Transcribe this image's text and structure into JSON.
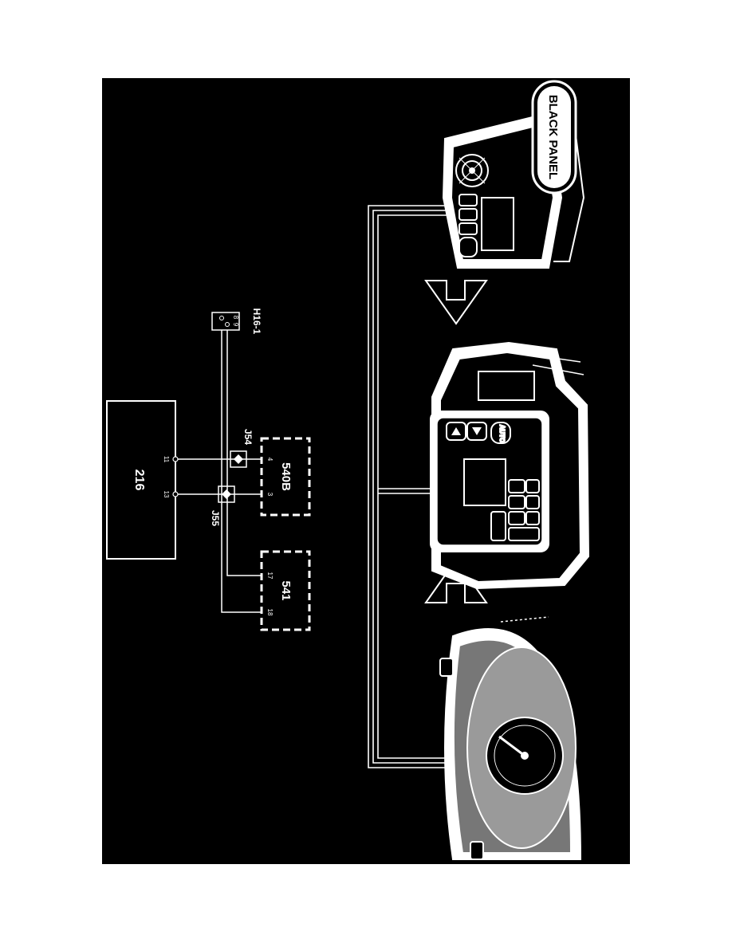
{
  "colors": {
    "background": "#000000",
    "foreground": "#ffffff",
    "page": "#ffffff"
  },
  "modules": {
    "m216": {
      "label": "216",
      "pin_a": "11",
      "pin_b": "13"
    },
    "m540b": {
      "label": "540B",
      "pin_a": "4",
      "pin_b": "3"
    },
    "m541": {
      "label": "541",
      "pin_a": "17",
      "pin_b": "18"
    }
  },
  "junctions": {
    "j54": "J54",
    "j55": "J55"
  },
  "connector": {
    "label": "H16-1",
    "pin_a": "8",
    "pin_b": "9"
  },
  "devices": {
    "radio": {
      "badge": "BLACK PANEL"
    },
    "climate": {
      "auto_button": "AUTO"
    },
    "cluster": {}
  }
}
